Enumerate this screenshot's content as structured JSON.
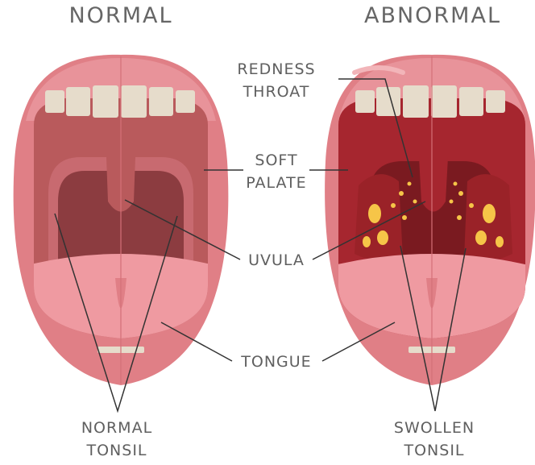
{
  "titles": {
    "normal": "NORMAL",
    "abnormal": "ABNORMAL"
  },
  "labels": {
    "redness_throat": [
      "REDNESS",
      "THROAT"
    ],
    "soft_palate": [
      "SOFT",
      "PALATE"
    ],
    "uvula": "UVULA",
    "tongue": "TONGUE",
    "normal_tonsil": [
      "NORMAL",
      "TONSIL"
    ],
    "swollen_tonsil": [
      "SWOLLEN",
      "TONSIL"
    ]
  },
  "colors": {
    "lip": "#e07f86",
    "lip_dark": "#cf6872",
    "teeth": "#e6dccb",
    "palate_normal": "#b95a5c",
    "throat_normal": "#8c3c40",
    "tongue": "#ef9aa1",
    "palate_abnormal": "#a6262f",
    "throat_abnormal": "#7a1a20",
    "pus": "#f6c548",
    "line": "#333333"
  }
}
